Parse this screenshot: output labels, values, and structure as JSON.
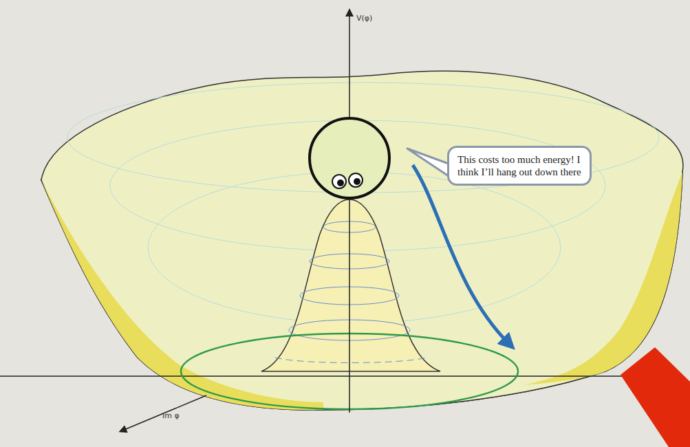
{
  "diagram": {
    "nodes": [
      {
        "text": [
          "This costs too much energy! I think I’ll hang out down there"
        ]
      }
    ],
    "labels": [
      "V(φ)",
      "Im φ"
    ]
  }
}
